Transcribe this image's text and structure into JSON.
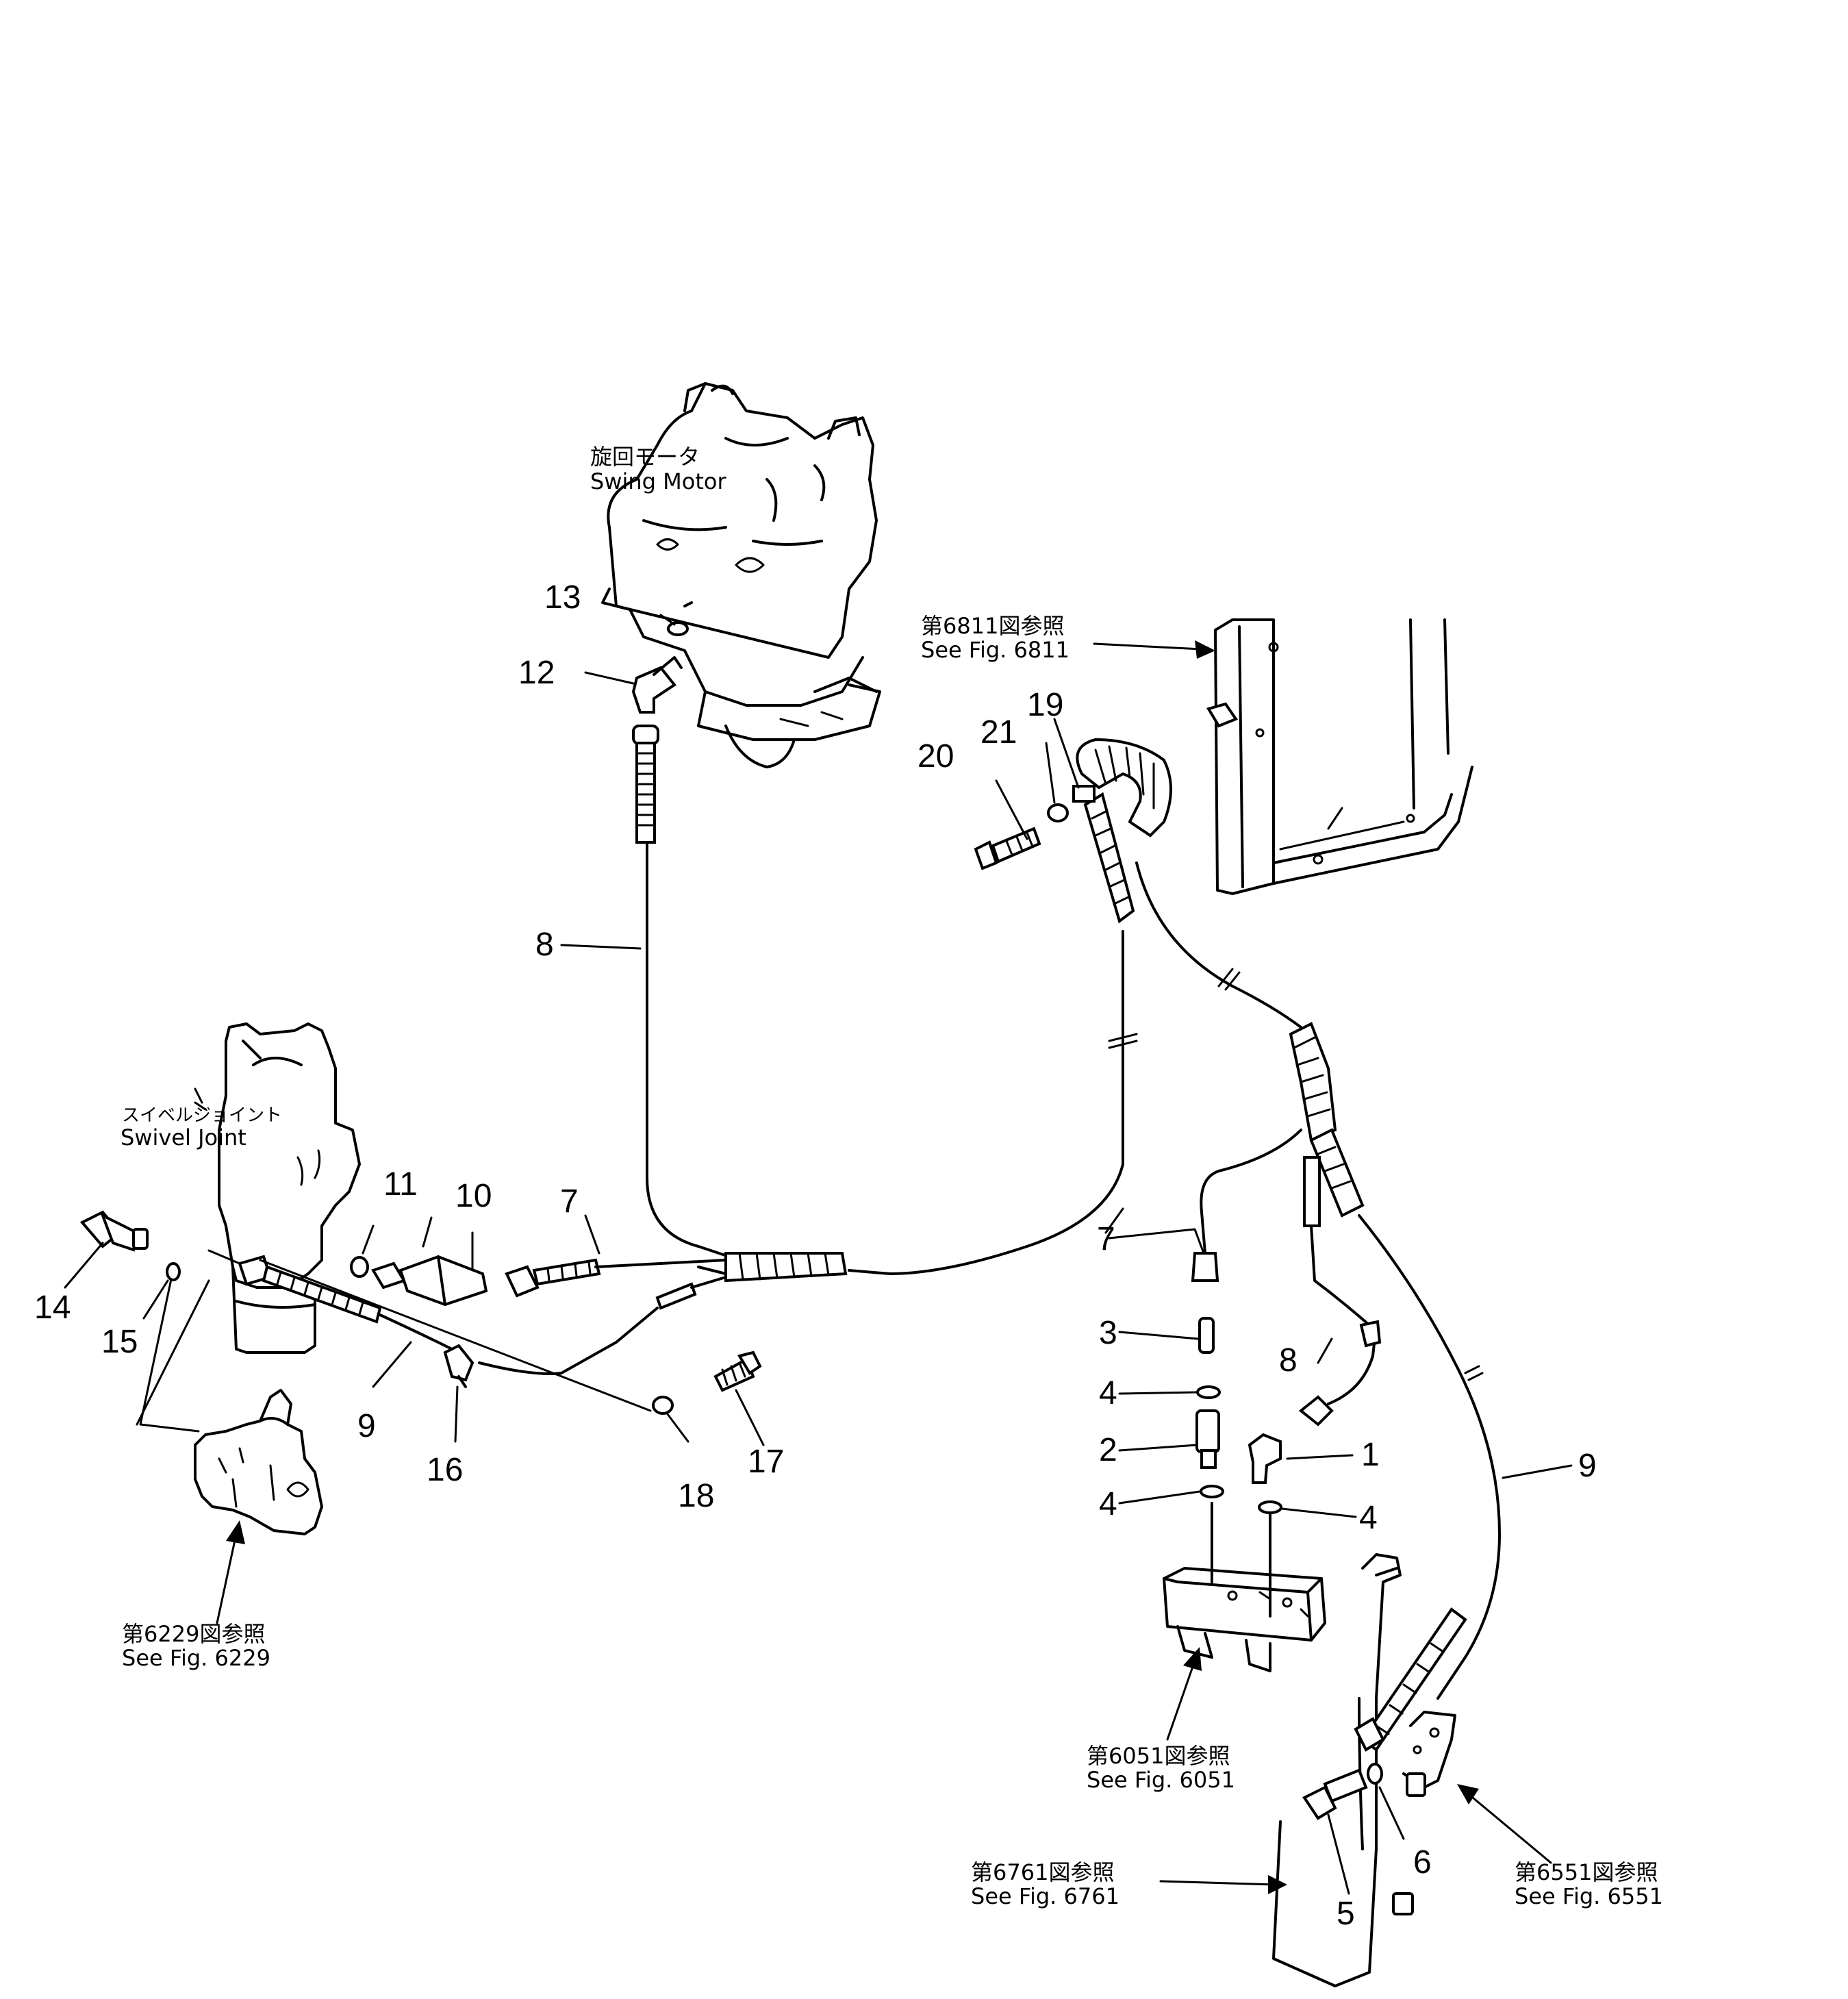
{
  "components": {
    "swing_motor": {
      "jp": "旋回モータ",
      "en": "Swing Motor"
    },
    "swivel_joint": {
      "jp": "スイベルジョイント",
      "en": "Swivel Joint"
    }
  },
  "references": {
    "fig6811": {
      "jp": "第6811図参照",
      "en": "See Fig. 6811"
    },
    "fig6229": {
      "jp": "第6229図参照",
      "en": "See Fig. 6229"
    },
    "fig6051": {
      "jp": "第6051図参照",
      "en": "See Fig. 6051"
    },
    "fig6761": {
      "jp": "第6761図参照",
      "en": "See Fig. 6761"
    },
    "fig6551": {
      "jp": "第6551図参照",
      "en": "See Fig. 6551"
    }
  },
  "callouts": {
    "p1": "1",
    "p2": "2",
    "p3": "3",
    "p4a": "4",
    "p4b": "4",
    "p4c": "4",
    "p5": "5",
    "p6": "6",
    "p7a": "7",
    "p7b": "7",
    "p8a": "8",
    "p8b": "8",
    "p9a": "9",
    "p9b": "9",
    "p10": "10",
    "p11": "11",
    "p12": "12",
    "p13": "13",
    "p14": "14",
    "p15": "15",
    "p16": "16",
    "p17": "17",
    "p18": "18",
    "p19": "19",
    "p20": "20",
    "p21": "21"
  }
}
